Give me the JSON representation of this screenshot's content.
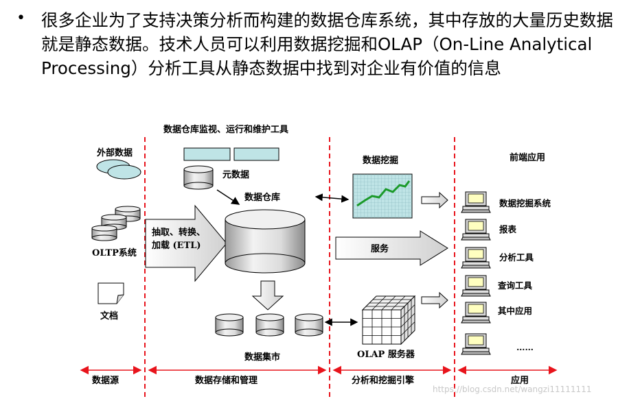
{
  "bullet": {
    "marker": "•",
    "text": "很多企业为了支持决策分析而构建的数据仓库系统，其中存放的大量历史数据就是静态数据。技术人员可以利用数据挖掘和OLAP（On-Line Analytical Processing）分析工具从静态数据中找到对企业有价值的信息"
  },
  "diagram": {
    "top_title": "数据仓库监视、运行和维护工具",
    "external_data": "外部数据",
    "oltp": "OLTP系统",
    "document": "文档",
    "etl_line1": "抽取、转换、",
    "etl_line2": "加载 (ETL)",
    "metadata": "元数据",
    "warehouse": "数据仓库",
    "data_marts": "数据集市",
    "data_mining": "数据挖掘",
    "service": "服务",
    "olap_server": "OLAP 服务器",
    "frontend_title": "前端应用",
    "apps": [
      "数据挖掘系统",
      "报表",
      "分析工具",
      "查询工具",
      "其中应用",
      "……"
    ],
    "sections": [
      "数据源",
      "数据存储和管理",
      "分析和挖掘引擎",
      "应用"
    ],
    "watermark": "https://blog.csdn.net/wangzi11111111",
    "colors": {
      "divider": "#e8141c",
      "section_arrow": "#e8141c",
      "metadata_bar": "#bfe4e6",
      "ellipse_fill": "#bfe4e6",
      "chart_bg": "#bfe4e6",
      "chart_line": "#1b9a2a",
      "cylinder_fill": "#e4e4e4"
    }
  }
}
